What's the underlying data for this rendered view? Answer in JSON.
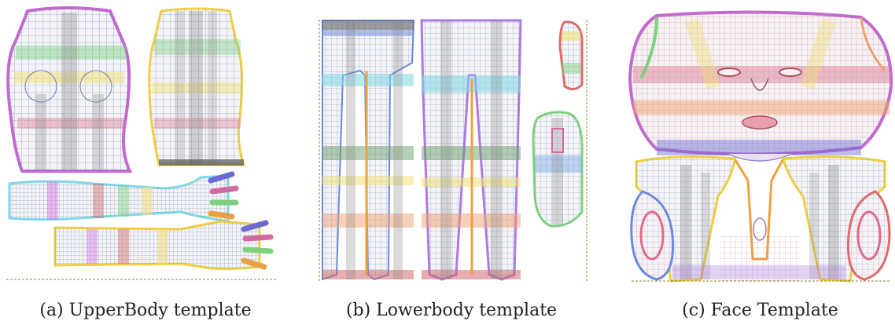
{
  "captions": {
    "a": "(a) UpperBody template",
    "b": "(b) Lowerbody template",
    "c": "(c) Face Template"
  },
  "colors": {
    "mesh": "#5a6f9a",
    "baseline": "#8a8a2a",
    "gray_band": "#9a9a9a",
    "green_band": "#7fd07f",
    "yellow_band": "#f0e07a",
    "pink_band": "#e08aa0",
    "blue_band": "#7aa8e8",
    "cyan_band": "#7fd8e8",
    "orange_band": "#f0a070",
    "purple_outline": "#b07ae0"
  }
}
